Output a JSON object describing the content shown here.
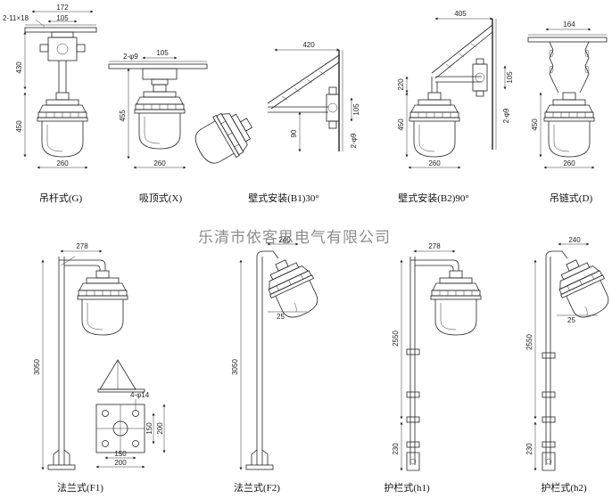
{
  "watermark": "乐清市依客思电气有限公司",
  "captions": {
    "g": "吊杆式(G)",
    "x": "吸顶式(X)",
    "b1": "壁式安装(B1)30°",
    "b2": "壁式安装(B2)90°",
    "d": "吊链式(D)",
    "f1": "法兰式(F1)",
    "f2": "法兰式(F2)",
    "h1": "护栏式(h1)",
    "h2": "护栏式(h2)"
  },
  "dims": {
    "g_top": "172",
    "g_105": "105",
    "g_bolt": "2-11×18",
    "g_430": "430",
    "g_450": "450",
    "g_260": "260",
    "x_bolt": "2-φ9",
    "x_105": "105",
    "x_455": "455",
    "x_260": "260",
    "b1_420": "420",
    "b1_90": "90",
    "b1_105": "105",
    "b1_bolt": "2-φ9",
    "b2_405": "405",
    "b2_220": "220",
    "b2_450": "450",
    "b2_105": "105",
    "b2_bolt": "2-φ9",
    "b2_260": "260",
    "d_164": "164",
    "d_450": "450",
    "d_260": "260",
    "f1_278": "278",
    "f1_3050": "3050",
    "f1_hole": "4-φ14",
    "f1_150a": "150",
    "f1_200a": "200",
    "f1_150b": "150",
    "f1_200b": "200",
    "f2_240": "240",
    "f2_25": "25",
    "f2_3050": "3050",
    "h1_278": "278",
    "h1_2550": "2550",
    "h1_230": "230",
    "h2_240": "240",
    "h2_25": "25",
    "h2_2550": "2550",
    "h2_230": "230"
  }
}
